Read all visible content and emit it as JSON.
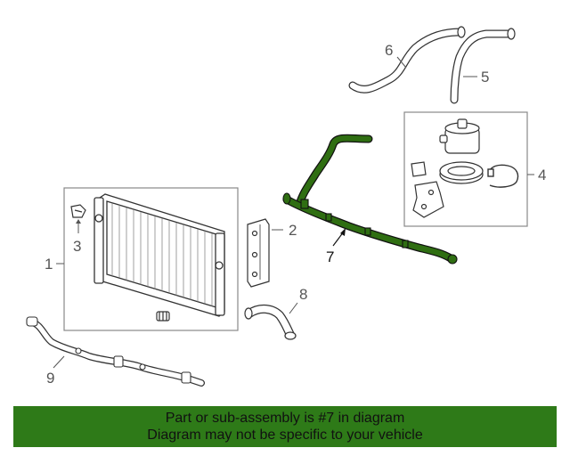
{
  "callouts": {
    "c1": "1",
    "c2": "2",
    "c3": "3",
    "c4": "4",
    "c5": "5",
    "c6": "6",
    "c7": "7",
    "c8": "8",
    "c9": "9"
  },
  "banner": {
    "line1": "Part or sub-assembly is #7 in diagram",
    "line2": "Diagram may not be specific to your vehicle"
  },
  "colors": {
    "banner_bg": "#2e7a18",
    "highlight_part": "#2f6e12",
    "line_art": "#333333"
  }
}
